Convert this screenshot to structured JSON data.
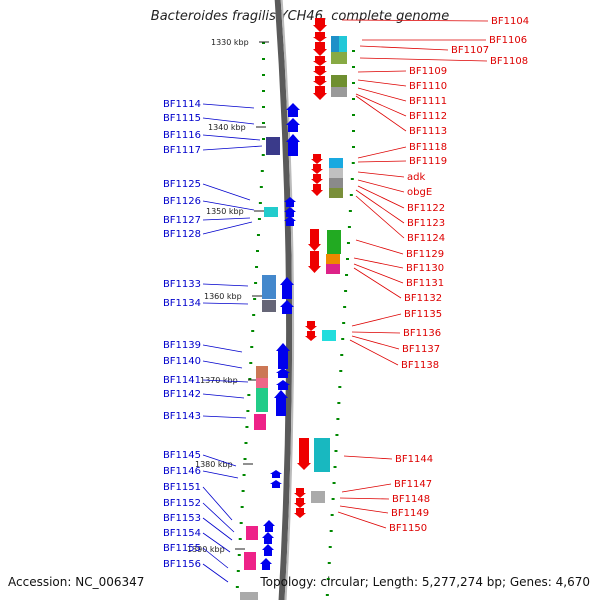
{
  "title": "Bacteroides fragilis YCH46, complete genome",
  "accession": "Accession: NC_006347",
  "topology": "Topology: circular; Length: 5,277,274 bp; Genes: 4,670",
  "colors": {
    "left_label": "#0000cc",
    "right_label": "#dd0000",
    "left_gene": "#0000ee",
    "right_gene": "#ee0000",
    "tick": "#008800",
    "axis": "#888888"
  },
  "scale": [
    "1330 kbp",
    "1340 kbp",
    "1350 kbp",
    "1360 kbp",
    "1370 kbp",
    "1380 kbp",
    "1390 kbp"
  ],
  "left_labels": [
    "BF1114",
    "BF1115",
    "BF1116",
    "BF1117",
    "BF1125",
    "BF1126",
    "BF1127",
    "BF1128",
    "BF1133",
    "BF1134",
    "BF1139",
    "BF1140",
    "BF1141",
    "BF1142",
    "BF1143",
    "BF1145",
    "BF1146",
    "BF1151",
    "BF1152",
    "BF1153",
    "BF1154",
    "BF1155",
    "BF1156"
  ],
  "right_labels": [
    "BF1104",
    "BF1106",
    "BF1107",
    "BF1108",
    "BF1109",
    "BF1110",
    "BF1111",
    "BF1112",
    "BF1113",
    "BF1118",
    "BF1119",
    "adk",
    "obgE",
    "BF1122",
    "BF1123",
    "BF1124",
    "BF1129",
    "BF1130",
    "BF1131",
    "BF1132",
    "BF1135",
    "BF1136",
    "BF1137",
    "BF1138",
    "BF1144",
    "BF1147",
    "BF1148",
    "BF1149",
    "BF1150"
  ]
}
